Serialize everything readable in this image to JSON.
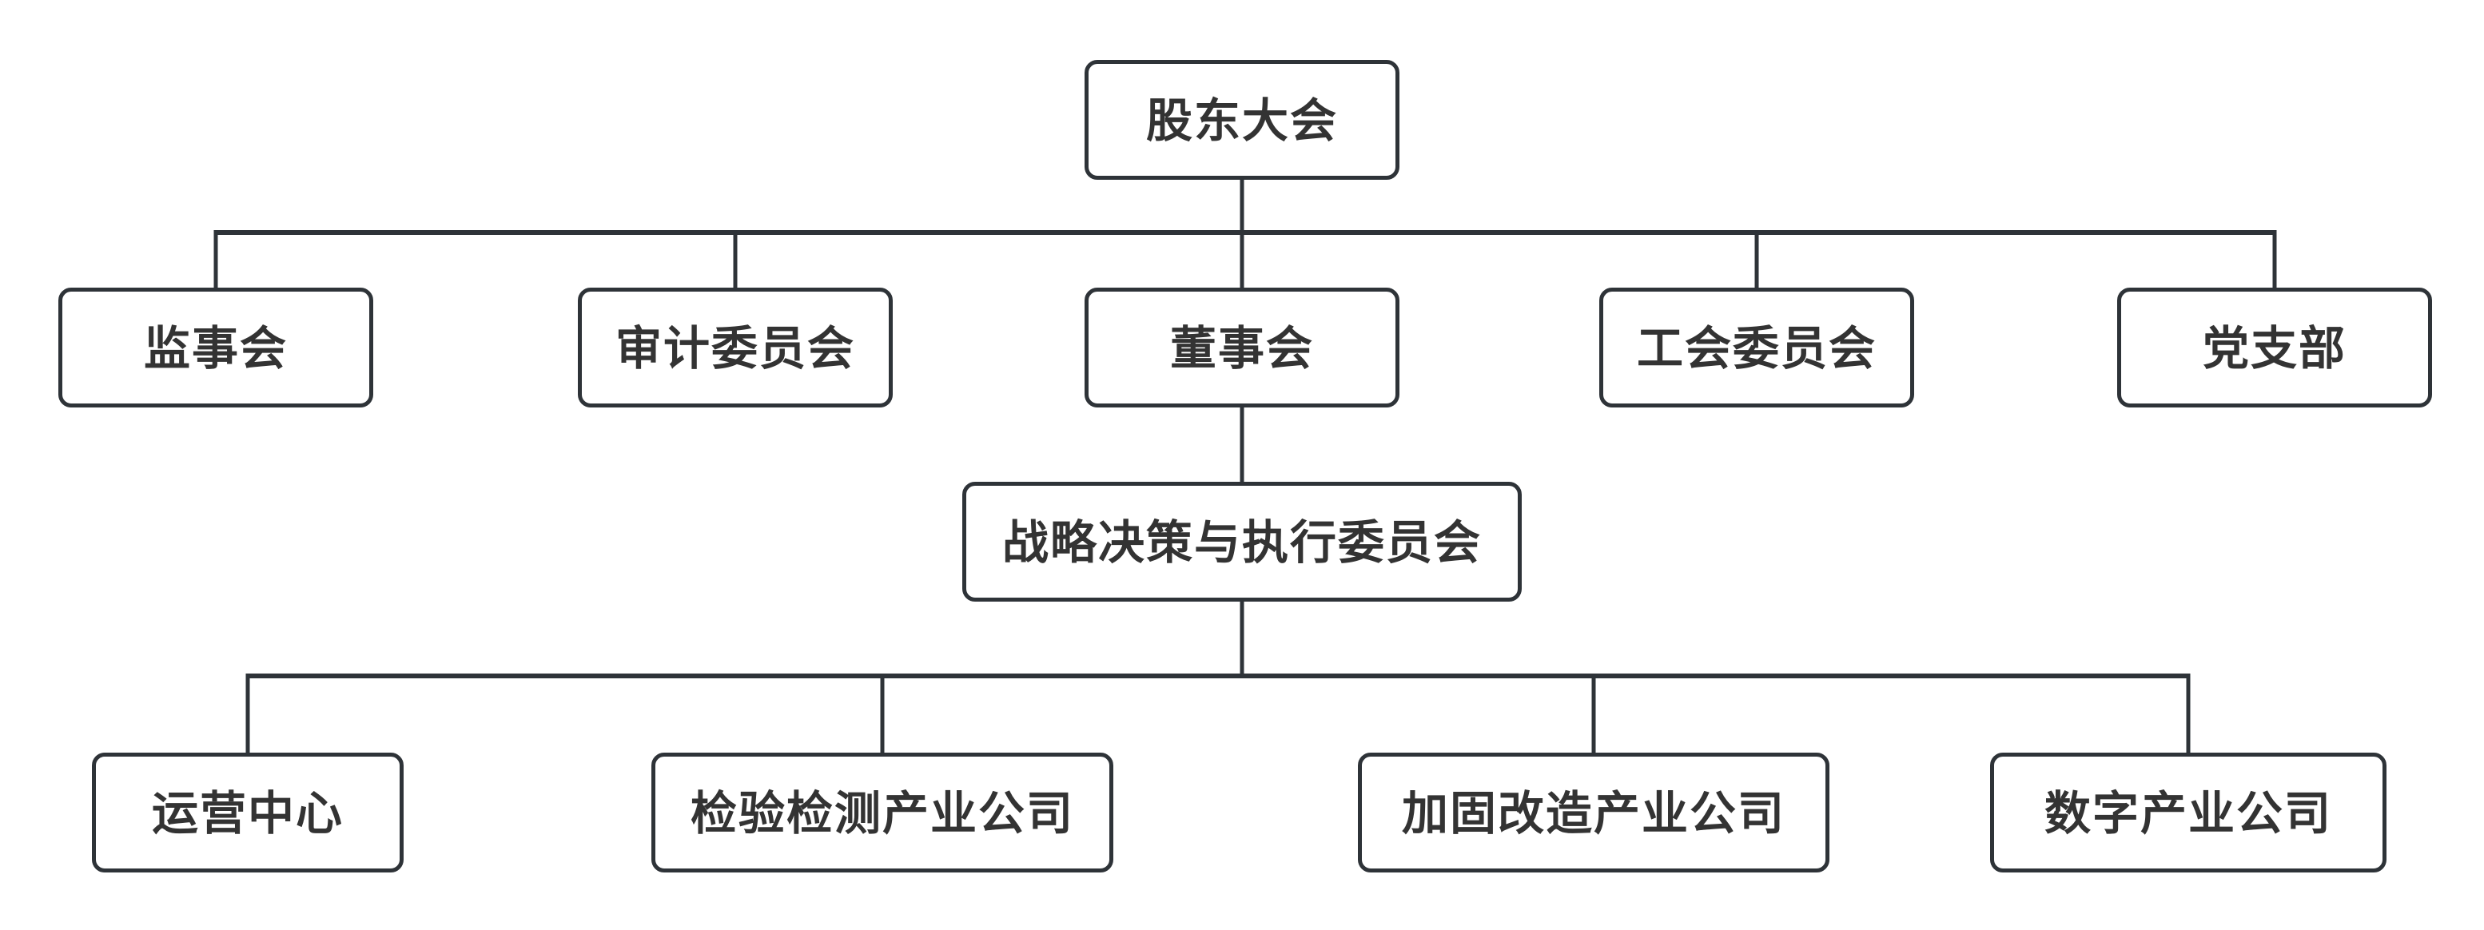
{
  "diagram": {
    "type": "org-chart",
    "background_color": "#ffffff",
    "node_fill_color": "#ffffff",
    "node_border_color": "#2e3338",
    "connector_color": "#2e3338",
    "text_color": "#333333",
    "nodes": {
      "shareholders": {
        "label": "股东大会",
        "level": 1
      },
      "supervisory": {
        "label": "监事会",
        "level": 2
      },
      "audit": {
        "label": "审计委员会",
        "level": 2
      },
      "directors": {
        "label": "董事会",
        "level": 2
      },
      "union": {
        "label": "工会委员会",
        "level": 2
      },
      "party": {
        "label": "党支部",
        "level": 2
      },
      "strategy": {
        "label": "战略决策与执行委员会",
        "level": 3
      },
      "operations": {
        "label": "运营中心",
        "level": 4
      },
      "inspection": {
        "label": "检验检测产业公司",
        "level": 4
      },
      "reinforcement": {
        "label": "加固改造产业公司",
        "level": 4
      },
      "digital": {
        "label": "数字产业公司",
        "level": 4
      }
    },
    "edges": [
      {
        "from": "股东大会",
        "to": "监事会"
      },
      {
        "from": "股东大会",
        "to": "审计委员会"
      },
      {
        "from": "股东大会",
        "to": "董事会"
      },
      {
        "from": "股东大会",
        "to": "工会委员会"
      },
      {
        "from": "股东大会",
        "to": "党支部"
      },
      {
        "from": "董事会",
        "to": "战略决策与执行委员会"
      },
      {
        "from": "战略决策与执行委员会",
        "to": "运营中心"
      },
      {
        "from": "战略决策与执行委员会",
        "to": "检验检测产业公司"
      },
      {
        "from": "战略决策与执行委员会",
        "to": "加固改造产业公司"
      },
      {
        "from": "战略决策与执行委员会",
        "to": "数字产业公司"
      }
    ]
  }
}
